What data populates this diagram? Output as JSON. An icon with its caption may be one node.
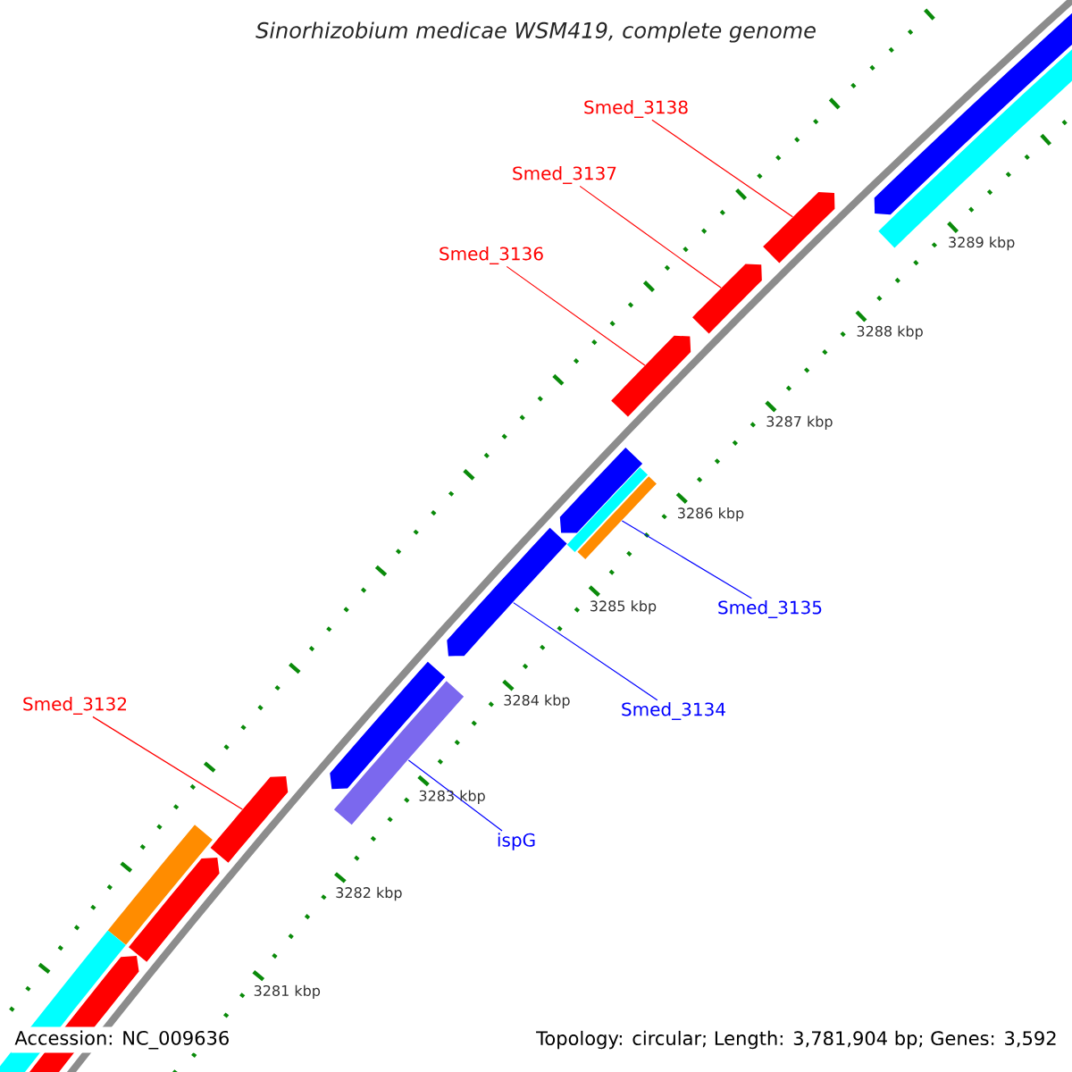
{
  "diagram": {
    "title": "Sinorhizobium medicae WSM419, complete genome",
    "nodes": [
      {
        "text": [
          "Smed_3138"
        ]
      },
      {
        "text": [
          "Smed_3137"
        ]
      },
      {
        "text": [
          "Smed_3136"
        ]
      },
      {
        "text": [
          "Smed_3135"
        ]
      },
      {
        "text": [
          "Smed_3134"
        ]
      },
      {
        "text": [
          "Smed_3132"
        ]
      },
      {
        "text": [
          "ispG"
        ]
      },
      {
        "text": [],
        "shape": "arrow"
      },
      {
        "text": [],
        "shape": "arrow"
      },
      {
        "text": [],
        "shape": "arrow"
      },
      {
        "text": [],
        "shape": "box"
      },
      {
        "text": [],
        "shape": "arrow"
      },
      {
        "text": [],
        "shape": "arrow"
      },
      {
        "text": [],
        "shape": "box"
      }
    ],
    "edges": [
      {
        "from": 0,
        "to": 7,
        "arrow": "none",
        "color": "#ff0000"
      },
      {
        "from": 1,
        "to": 8,
        "arrow": "none",
        "color": "#ff0000"
      },
      {
        "from": 2,
        "to": 9,
        "arrow": "none",
        "color": "#ff0000"
      },
      {
        "from": 3,
        "to": 10,
        "arrow": "none",
        "color": "#0000ff"
      },
      {
        "from": 4,
        "to": 11,
        "arrow": "none",
        "color": "#0000ff"
      },
      {
        "from": 5,
        "to": 12,
        "arrow": "none",
        "color": "#ff0000"
      },
      {
        "from": 6,
        "to": 13,
        "arrow": "none",
        "color": "#0000ff"
      }
    ],
    "labels": [
      "3289 kbp",
      "3288 kbp",
      "3287 kbp",
      "3286 kbp",
      "3285 kbp",
      "3284 kbp",
      "3283 kbp",
      "3282 kbp",
      "3281 kbp",
      "Accession: NC_009636",
      "Topology: circular; Length: 3,781,904 bp; Genes: 3,592"
    ]
  }
}
